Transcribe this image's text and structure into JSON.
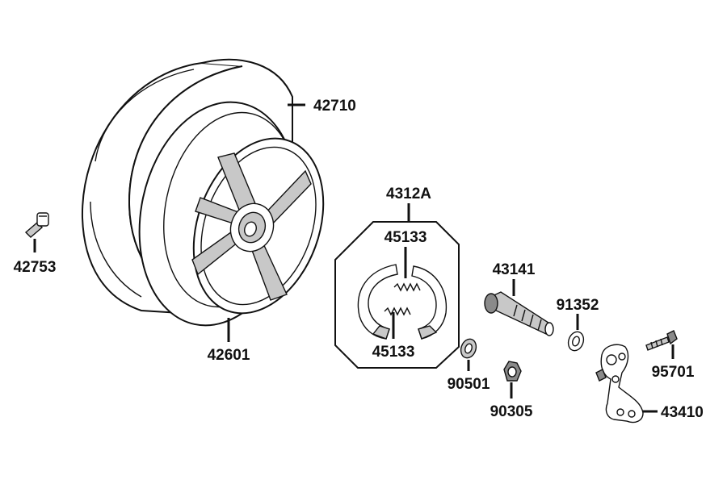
{
  "parts": {
    "tire": "42710",
    "valve": "42753",
    "wheel": "42601",
    "brake_shoe_set": "4312A",
    "spring_upper": "45133",
    "spring_lower": "45133",
    "brake_cam": "43141",
    "washer_small": "91352",
    "washer": "90501",
    "nut": "90305",
    "bolt": "95701",
    "brake_arm": "43410"
  }
}
